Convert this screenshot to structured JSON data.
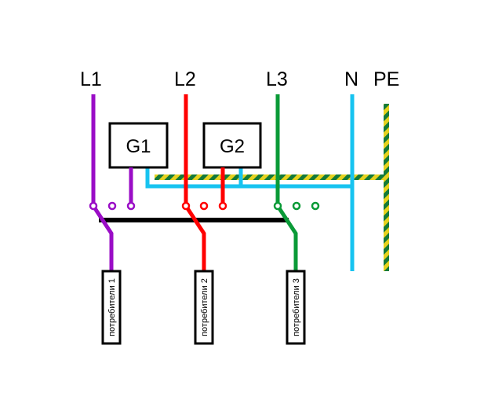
{
  "buses": {
    "l1": "L1",
    "l2": "L2",
    "l3": "L3",
    "n": "N",
    "pe": "PE"
  },
  "generators": {
    "g1": "G1",
    "g2": "G2"
  },
  "loads": {
    "load1": "потребители 1",
    "load2": "потребители 2",
    "load3": "потребители 3"
  },
  "colors": {
    "l1": "#9a0dc6",
    "l2": "#ff0000",
    "l3": "#0a9a37",
    "n": "#17c3f0",
    "pe_yellow": "#e6d21e",
    "pe_green": "#137a3a",
    "link": "#000000"
  }
}
